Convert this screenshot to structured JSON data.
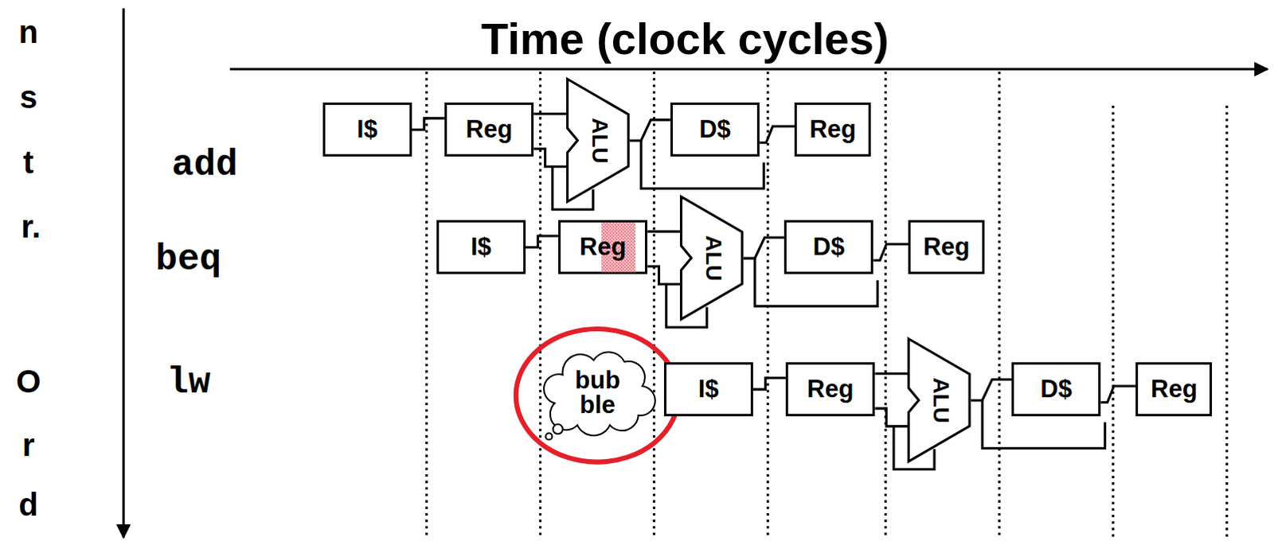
{
  "diagram": {
    "title": "Time (clock cycles)",
    "nodes": [
      {
        "text": [
          "I$"
        ]
      },
      {
        "text": [
          "Reg"
        ]
      },
      {
        "text": [
          "ALU"
        ]
      },
      {
        "text": [
          "D$"
        ]
      },
      {
        "text": [
          "Reg"
        ]
      },
      {
        "text": [
          "I$"
        ]
      },
      {
        "text": [
          "Reg"
        ]
      },
      {
        "text": [
          "ALU"
        ]
      },
      {
        "text": [
          "D$"
        ]
      },
      {
        "text": [
          "Reg"
        ]
      },
      {
        "text": [
          "bub ble"
        ]
      },
      {
        "text": [
          "I$"
        ]
      },
      {
        "text": [
          "Reg"
        ]
      },
      {
        "text": [
          "ALU"
        ]
      },
      {
        "text": [
          "D$"
        ]
      },
      {
        "text": [
          "Reg"
        ]
      }
    ],
    "edges": [
      {
        "from": 0,
        "to": 1,
        "arrow": "none"
      },
      {
        "from": 1,
        "to": 2,
        "arrow": "none"
      },
      {
        "from": 2,
        "to": 3,
        "arrow": "none"
      },
      {
        "from": 3,
        "to": 4,
        "arrow": "none"
      },
      {
        "from": 5,
        "to": 6,
        "arrow": "none"
      },
      {
        "from": 6,
        "to": 7,
        "arrow": "none"
      },
      {
        "from": 7,
        "to": 8,
        "arrow": "none"
      },
      {
        "from": 8,
        "to": 9,
        "arrow": "none"
      },
      {
        "from": 11,
        "to": 12,
        "arrow": "none"
      },
      {
        "from": 12,
        "to": 13,
        "arrow": "none"
      },
      {
        "from": 13,
        "to": 14,
        "arrow": "none"
      },
      {
        "from": 14,
        "to": 15,
        "arrow": "none"
      }
    ],
    "labels": [
      "n",
      "s",
      "t",
      "r.",
      "O",
      "r",
      "d",
      "add",
      "beq",
      "lw"
    ]
  }
}
